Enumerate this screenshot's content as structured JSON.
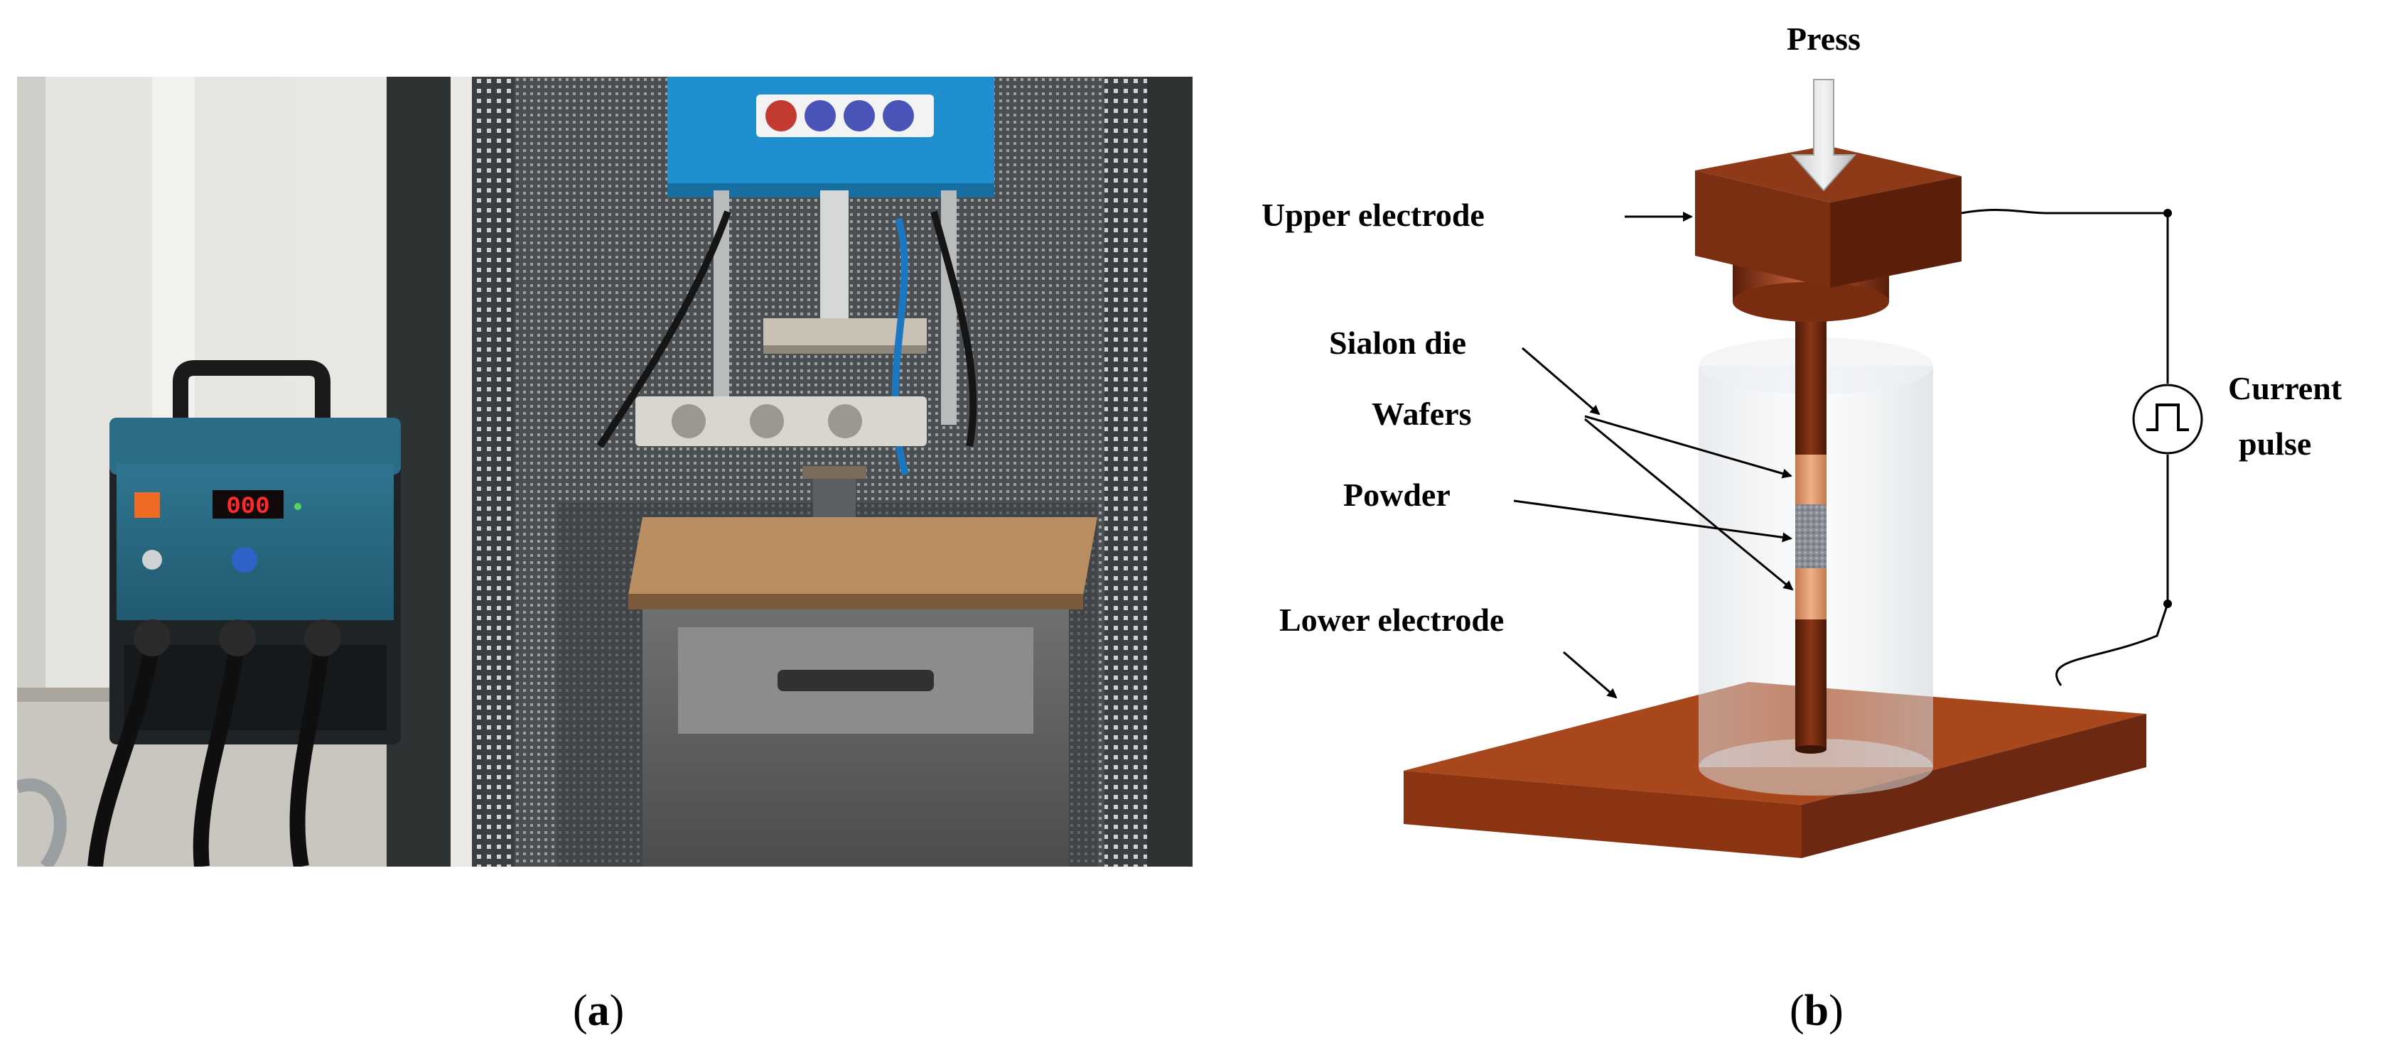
{
  "captions": {
    "a_letter": "a",
    "b_letter": "b"
  },
  "labels": {
    "press": "Press",
    "upper_electrode": "Upper electrode",
    "sialon_die": "Sialon die",
    "wafers": "Wafers",
    "powder": "Powder",
    "lower_electrode": "Lower electrode",
    "current_line1": "Current",
    "current_line2": "pulse"
  },
  "display": {
    "readout": "000"
  },
  "colors": {
    "copper": "#9a3c18",
    "copper_dark": "#5a1e0a",
    "copper_light": "#c8623a",
    "rack": "#2a2e2e",
    "panel_blue": "#2b6c86",
    "press_blue": "#1f8fd0",
    "wafer": "#e9a274",
    "powder": "#8a8e96"
  }
}
